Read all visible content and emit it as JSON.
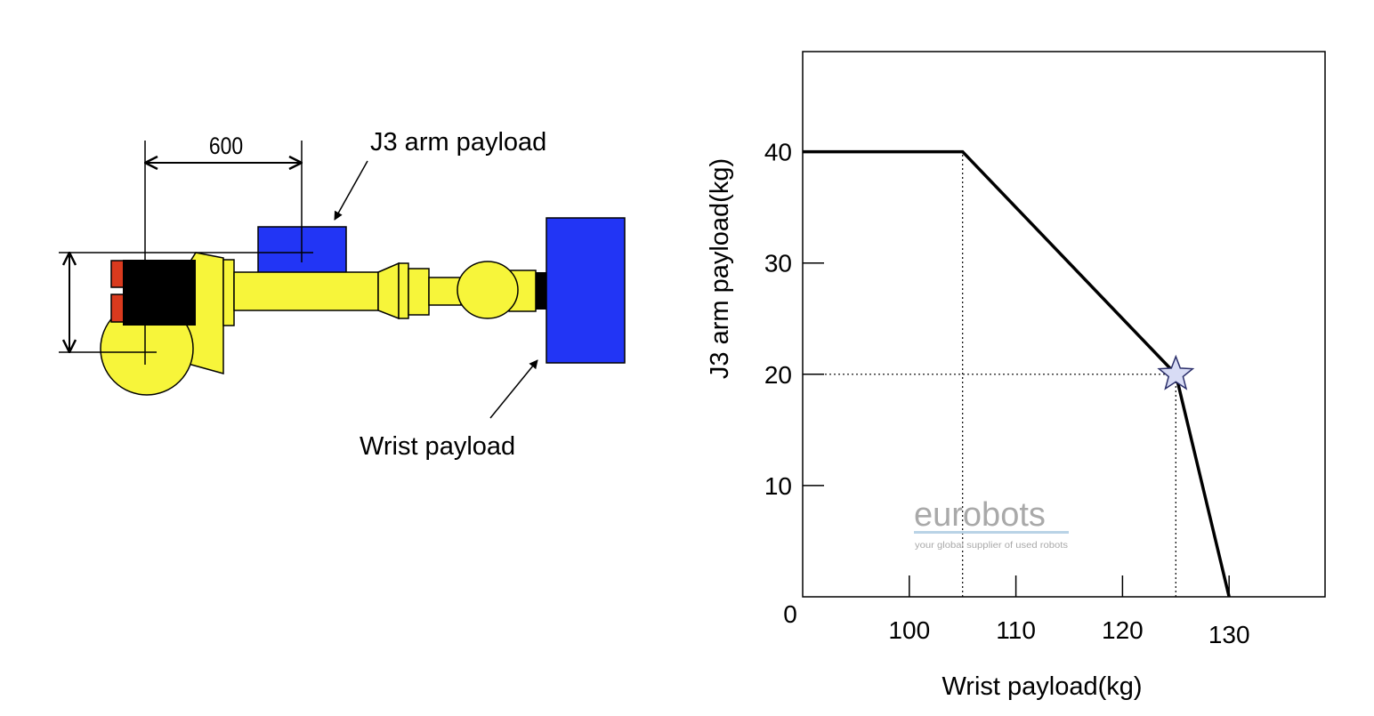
{
  "robot_diagram": {
    "dimension_label": "600",
    "j3_label": "J3 arm payload",
    "wrist_label": "Wrist payload",
    "colors": {
      "arm": "#f7f53a",
      "payload": "#2235f5",
      "base": "#000000",
      "motor": "#d93a1e"
    }
  },
  "watermark": {
    "brand": "eurobots",
    "tagline": "your global supplier of used robots"
  },
  "chart_data": {
    "type": "line",
    "xlabel": "Wrist payload(kg)",
    "ylabel": "J3 arm payload(kg)",
    "xlim": [
      90,
      139
    ],
    "ylim": [
      0,
      49
    ],
    "x_ticks": [
      100,
      110,
      120,
      130
    ],
    "x_tick_labels": [
      "100",
      "110",
      "120",
      "130"
    ],
    "y_ticks": [
      10,
      20,
      30,
      40
    ],
    "y_tick_labels": [
      "10",
      "20",
      "30",
      "40"
    ],
    "origin_label": "0",
    "grid": false,
    "series": [
      {
        "x": [
          90,
          105,
          125,
          130
        ],
        "y": [
          40,
          40,
          20,
          0
        ]
      }
    ],
    "reference_lines": [
      {
        "x": [
          105,
          105
        ],
        "y": [
          0,
          40
        ]
      },
      {
        "x": [
          90,
          125
        ],
        "y": [
          20,
          20
        ]
      },
      {
        "x": [
          125,
          125
        ],
        "y": [
          0,
          20
        ]
      }
    ],
    "highlight_point": {
      "x": 125,
      "y": 20,
      "marker": "star"
    },
    "colors": {
      "line": "#000000",
      "star_fill": "#d8dcf5",
      "star_stroke": "#2b2f6b"
    }
  }
}
